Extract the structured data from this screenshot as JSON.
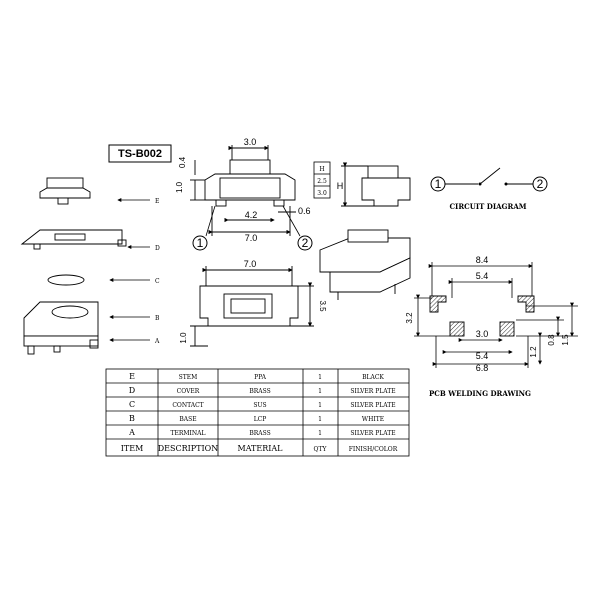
{
  "title": "TS-B002",
  "exploded_labels": [
    "E",
    "D",
    "C",
    "B",
    "A"
  ],
  "front_view": {
    "dims": {
      "top_width": "3.0",
      "pin_left": "0.4",
      "height_left": "1.0",
      "pin_spacing": "4.2",
      "pin_offset": "0.6",
      "total_width": "7.0"
    },
    "pins": [
      "1",
      "2"
    ]
  },
  "side_view": {
    "h_label": "H",
    "h_values": [
      "H",
      "2.5",
      "3.0"
    ]
  },
  "top_view": {
    "dims": {
      "width": "7.0",
      "height": "3.5",
      "bottom": "1.0"
    }
  },
  "circuit": {
    "pins": [
      "1",
      "2"
    ],
    "label": "CIRCUIT DIAGRAM"
  },
  "pcb": {
    "label": "PCB WELDING DRAWING",
    "dims": {
      "top_total": "8.4",
      "top_inner": "5.4",
      "left_h": "3.2",
      "inner_w": "3.0",
      "mid_w": "5.4",
      "bottom_w": "6.8",
      "r1": "1.2",
      "r2": "0.8",
      "r3": "1.5"
    }
  },
  "bom": {
    "headers": [
      "ITEM",
      "DESCRIPTION",
      "MATERIAL",
      "QTY",
      "FINISH/COLOR"
    ],
    "rows": [
      [
        "E",
        "STEM",
        "PPA",
        "1",
        "BLACK"
      ],
      [
        "D",
        "COVER",
        "BRASS",
        "1",
        "SILVER PLATE"
      ],
      [
        "C",
        "CONTACT",
        "SUS",
        "1",
        "SILVER PLATE"
      ],
      [
        "B",
        "BASE",
        "LCP",
        "1",
        "WHITE"
      ],
      [
        "A",
        "TERMINAL",
        "BRASS",
        "1",
        "SILVER PLATE"
      ]
    ]
  }
}
